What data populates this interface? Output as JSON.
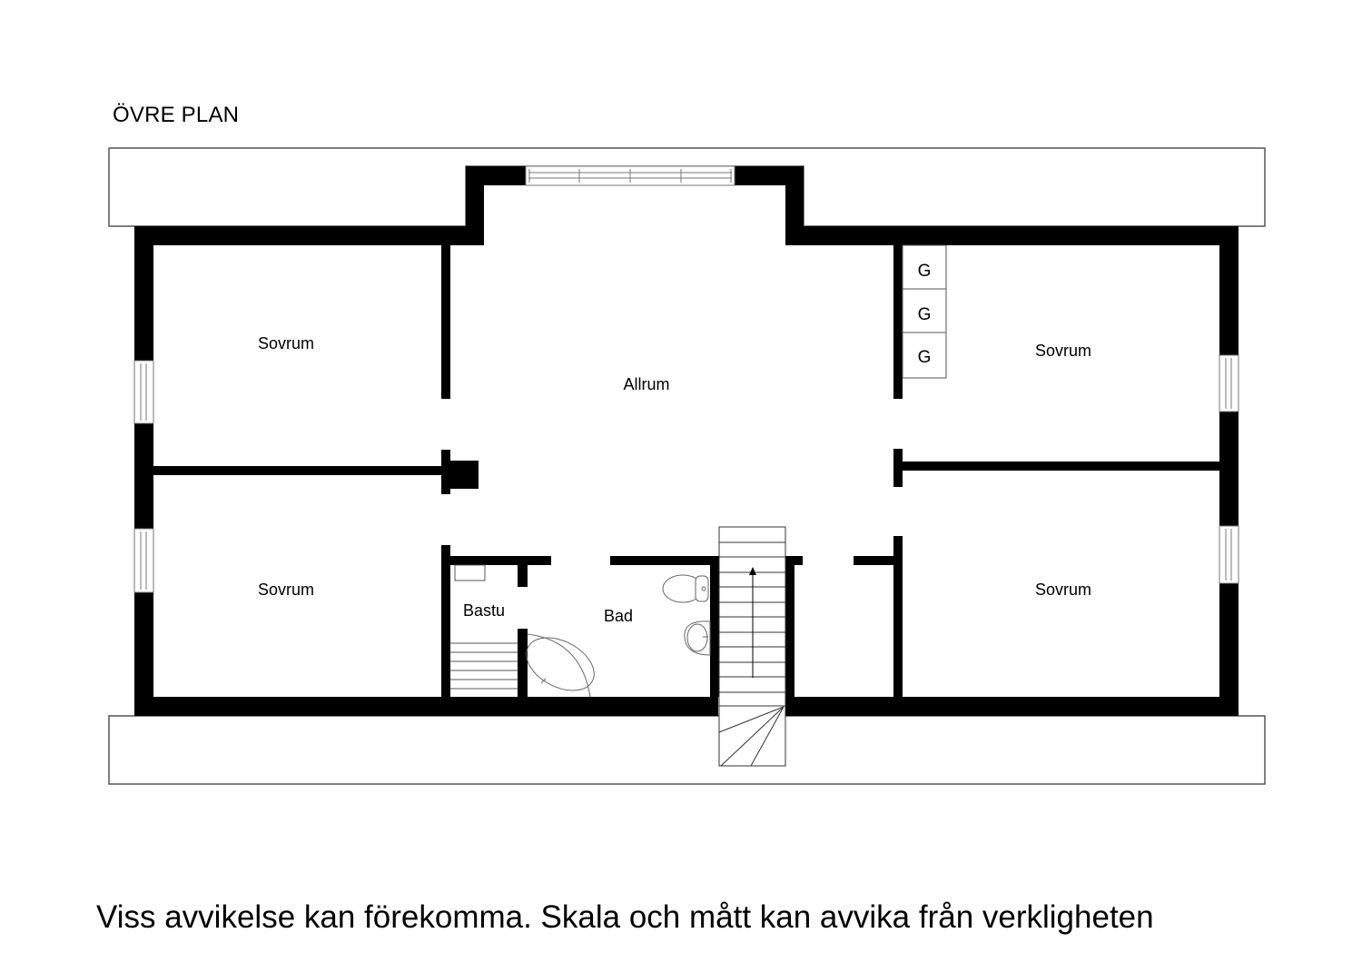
{
  "plan": {
    "title": "ÖVRE PLAN",
    "disclaimer": "Viss avvikelse kan förekomma. Skala och mått kan avvika från verkligheten"
  },
  "rooms": {
    "sovrum_nw": "Sovrum",
    "sovrum_sw": "Sovrum",
    "allrum": "Allrum",
    "sovrum_ne": "Sovrum",
    "sovrum_se": "Sovrum",
    "bastu": "Bastu",
    "bad": "Bad"
  },
  "closets": [
    "G",
    "G",
    "G"
  ],
  "colors": {
    "wall": "#000000",
    "line": "#555555",
    "background": "#ffffff"
  }
}
